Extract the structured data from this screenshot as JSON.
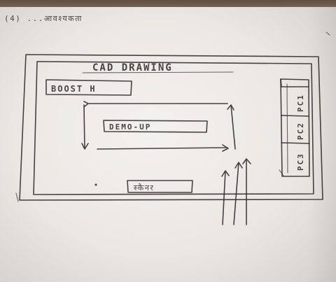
{
  "photo": {
    "description_tag": "",
    "corner_note": "(4) ...आवश्यकता",
    "title": "CAD DRAWING",
    "left_box_label": "BOOST H",
    "center_box_label": "DEMO-UP",
    "bottom_box_label": "स्कैनर",
    "right_column_labels": [
      "PC1",
      "PC2",
      "PC3"
    ],
    "colors": {
      "paper": "#ebe8e4",
      "ink": "#2e2a2f",
      "background": "#7c6a5b"
    }
  }
}
